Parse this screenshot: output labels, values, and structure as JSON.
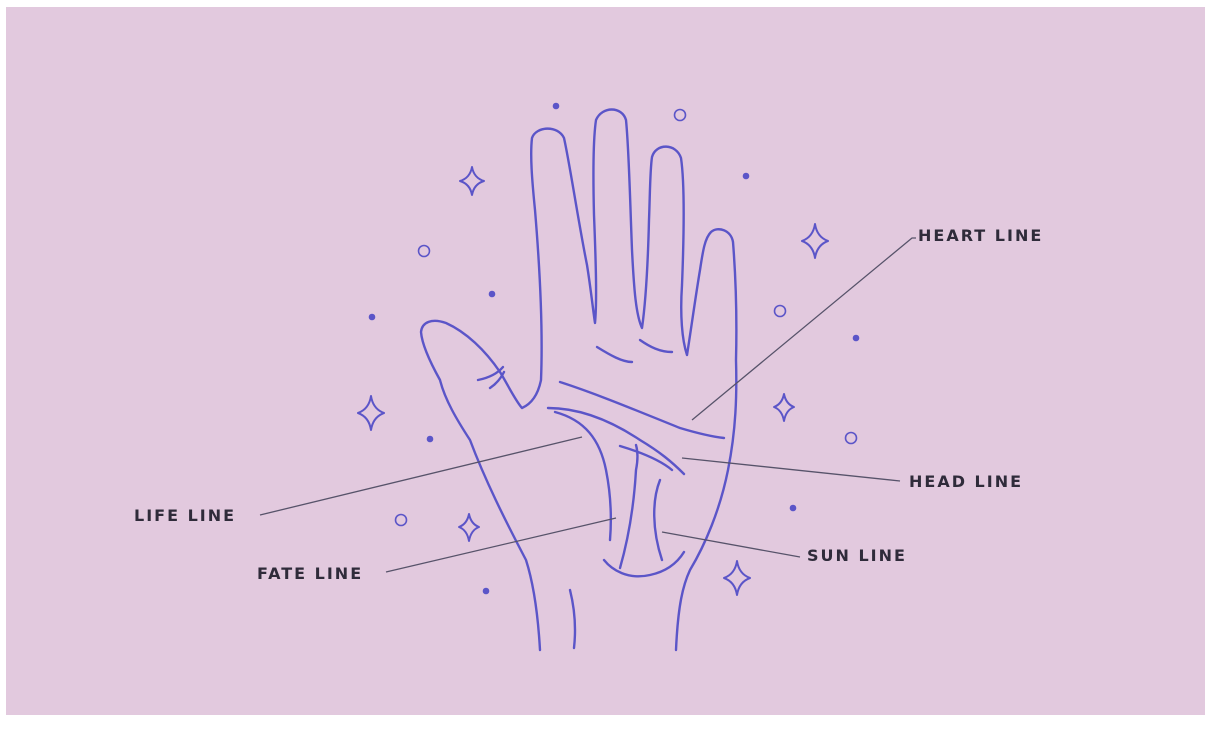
{
  "labels": {
    "heart": "HEART LINE",
    "head": "HEAD LINE",
    "life": "LIFE LINE",
    "fate": "FATE LINE",
    "sun": "SUN LINE"
  },
  "colors": {
    "background": "#e2c9de",
    "hand_stroke": "#5b55c8",
    "leader_line": "#57536a",
    "label_text": "#2f2b3a"
  },
  "icons": {
    "sparkle": "four-point-star-icon",
    "dot": "filled-dot-icon",
    "ring": "hollow-circle-icon"
  }
}
